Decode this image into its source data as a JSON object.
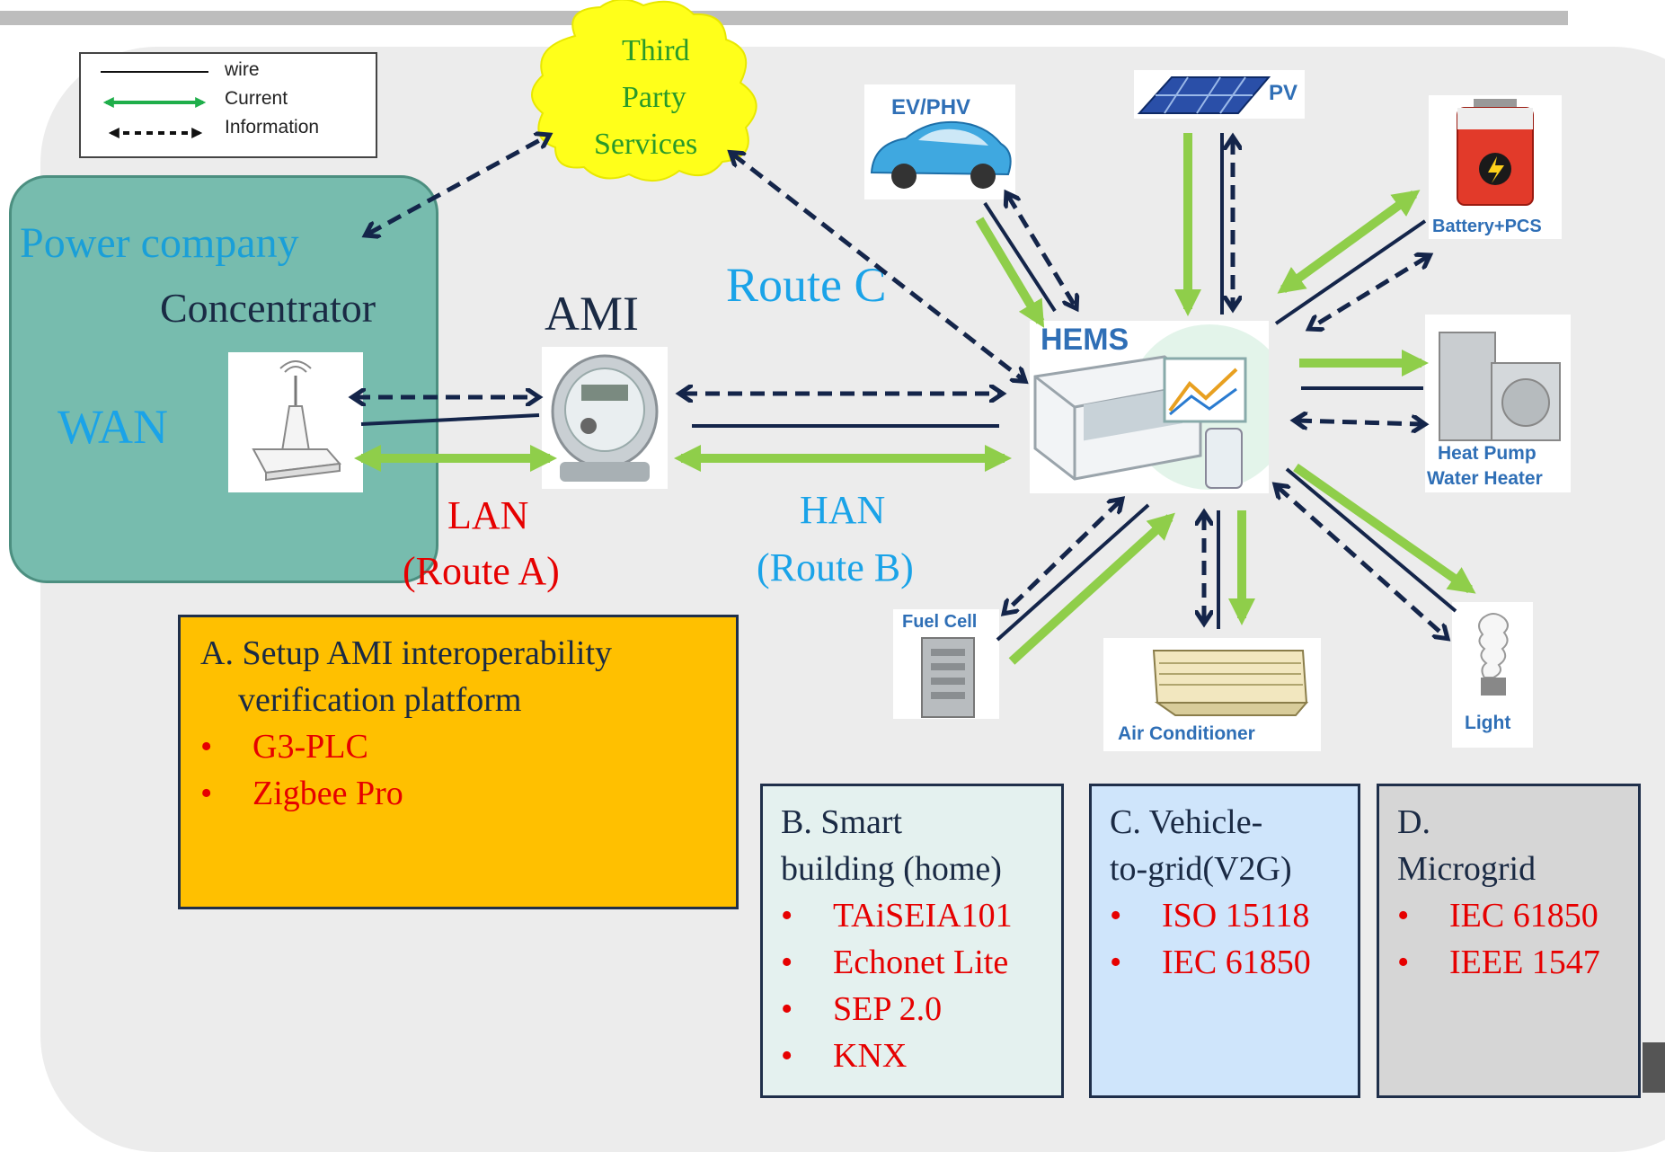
{
  "legend": {
    "wire": "wire",
    "current": "Current",
    "information": "Information"
  },
  "cloud": {
    "line1": "Third",
    "line2": "Party",
    "line3": "Services"
  },
  "power_company": {
    "title": "Power company",
    "concentrator": "Concentrator",
    "wan": "WAN"
  },
  "labels": {
    "ami": "AMI",
    "route_c": "Route C",
    "lan": "LAN",
    "route_a": "(Route A)",
    "han": "HAN",
    "route_b": "(Route B)",
    "hems": "HEMS"
  },
  "devices": {
    "ev": "EV/PHV",
    "pv": "PV",
    "battery": "Battery+PCS",
    "heat_pump_1": "Heat Pump",
    "heat_pump_2": "Water Heater",
    "fuel_cell": "Fuel Cell",
    "air_conditioner": "Air Conditioner",
    "light": "Light"
  },
  "box_a": {
    "title1": "A. Setup AMI interoperability",
    "title2": "verification platform",
    "items": [
      "G3-PLC",
      "Zigbee Pro"
    ]
  },
  "box_b": {
    "title1": "B. Smart",
    "title2": "building (home)",
    "items": [
      "TAiSEIA101",
      "Echonet Lite",
      "SEP 2.0",
      "KNX"
    ]
  },
  "box_c": {
    "title1": "C. Vehicle-",
    "title2": "to-grid(V2G)",
    "items": [
      "ISO 15118",
      "IEC 61850"
    ]
  },
  "box_d": {
    "title1": "D.",
    "title2": "Microgrid",
    "items": [
      "IEC 61850",
      "IEEE 1547"
    ]
  },
  "colors": {
    "current": "#8fce4a",
    "info": "#14254a",
    "wire": "#14254a",
    "cloud": "#ffff1a",
    "accent_blue": "#1aa3e8",
    "red": "#e60000"
  }
}
